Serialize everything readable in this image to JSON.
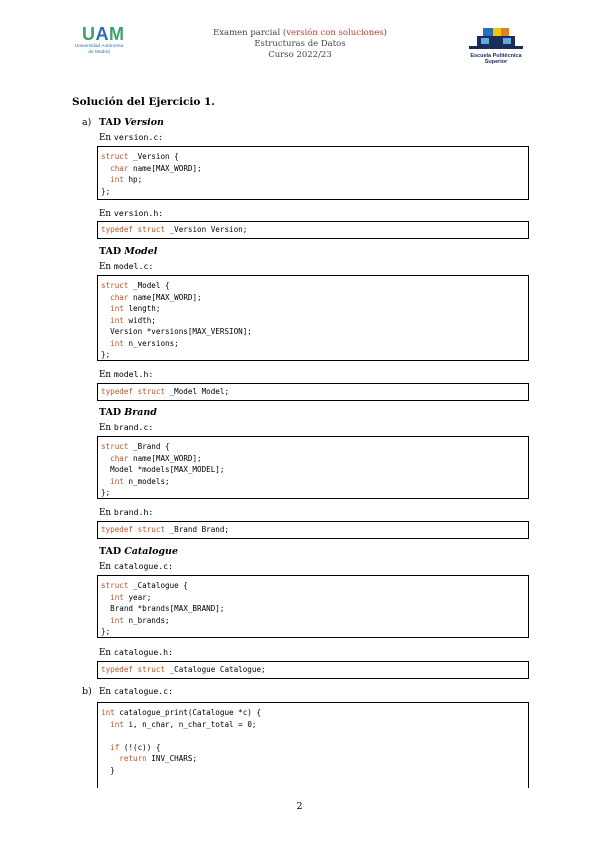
{
  "header": {
    "line1_pre": "Examen parcial (",
    "line1_sol": "versión con soluciones",
    "line1_post": ")",
    "line2": "Estructuras de Datos",
    "line3": "Curso 2022/23",
    "uam_mark_u": "U",
    "uam_mark_a": "A",
    "uam_mark_m": "M",
    "uam_sub1": "Universidad Autónoma",
    "uam_sub2": "de Madrid",
    "eps_caption": "Escuela Politécnica Superior"
  },
  "section_title": "Solución del Ejercicio 1.",
  "part_a": "a)",
  "part_b": "b)",
  "tad_word": "TAD",
  "en": "En",
  "tads": [
    {
      "name": "Version",
      "c_file": "version.c:",
      "h_file": "version.h:"
    },
    {
      "name": "Model",
      "c_file": "model.c:",
      "h_file": "model.h:"
    },
    {
      "name": "Brand",
      "c_file": "brand.c:",
      "h_file": "brand.h:"
    },
    {
      "name": "Catalogue",
      "c_file": "catalogue.c:",
      "h_file": "catalogue.h:"
    }
  ],
  "b_file": "catalogue.c:",
  "code": {
    "version_c": [
      [
        [
          "kw",
          "struct"
        ],
        [
          "t",
          " _Version {"
        ]
      ],
      [
        [
          "t",
          "  "
        ],
        [
          "kw",
          "char"
        ],
        [
          "t",
          " name[MAX_WORD];"
        ]
      ],
      [
        [
          "t",
          "  "
        ],
        [
          "kw",
          "int"
        ],
        [
          "t",
          " hp;"
        ]
      ],
      [
        [
          "t",
          "};"
        ]
      ]
    ],
    "version_h": [
      [
        [
          "kw",
          "typedef struct"
        ],
        [
          "t",
          " _Version Version;"
        ]
      ]
    ],
    "model_c": [
      [
        [
          "kw",
          "struct"
        ],
        [
          "t",
          " _Model {"
        ]
      ],
      [
        [
          "t",
          "  "
        ],
        [
          "kw",
          "char"
        ],
        [
          "t",
          " name[MAX_WORD];"
        ]
      ],
      [
        [
          "t",
          "  "
        ],
        [
          "kw",
          "int"
        ],
        [
          "t",
          " length;"
        ]
      ],
      [
        [
          "t",
          "  "
        ],
        [
          "kw",
          "int"
        ],
        [
          "t",
          " width;"
        ]
      ],
      [
        [
          "t",
          "  Version *versions[MAX_VERSION];"
        ]
      ],
      [
        [
          "t",
          "  "
        ],
        [
          "kw",
          "int"
        ],
        [
          "t",
          " n_versions;"
        ]
      ],
      [
        [
          "t",
          "};"
        ]
      ]
    ],
    "model_h": [
      [
        [
          "kw",
          "typedef struct"
        ],
        [
          "t",
          " _Model Model;"
        ]
      ]
    ],
    "brand_c": [
      [
        [
          "kw",
          "struct"
        ],
        [
          "t",
          " _Brand {"
        ]
      ],
      [
        [
          "t",
          "  "
        ],
        [
          "kw",
          "char"
        ],
        [
          "t",
          " name[MAX_WORD];"
        ]
      ],
      [
        [
          "t",
          "  Model *models[MAX_MODEL];"
        ]
      ],
      [
        [
          "t",
          "  "
        ],
        [
          "kw",
          "int"
        ],
        [
          "t",
          " n_models;"
        ]
      ],
      [
        [
          "t",
          "};"
        ]
      ]
    ],
    "brand_h": [
      [
        [
          "kw",
          "typedef struct"
        ],
        [
          "t",
          " _Brand Brand;"
        ]
      ]
    ],
    "catalogue_c": [
      [
        [
          "kw",
          "struct"
        ],
        [
          "t",
          " _Catalogue {"
        ]
      ],
      [
        [
          "t",
          "  "
        ],
        [
          "kw",
          "int"
        ],
        [
          "t",
          " year;"
        ]
      ],
      [
        [
          "t",
          "  Brand *brands[MAX_BRAND];"
        ]
      ],
      [
        [
          "t",
          "  "
        ],
        [
          "kw",
          "int"
        ],
        [
          "t",
          " n_brands;"
        ]
      ],
      [
        [
          "t",
          "};"
        ]
      ]
    ],
    "catalogue_h": [
      [
        [
          "kw",
          "typedef struct"
        ],
        [
          "t",
          " _Catalogue Catalogue;"
        ]
      ]
    ],
    "catalogue_print": [
      [
        [
          "kw",
          "int"
        ],
        [
          "t",
          " catalogue_print(Catalogue *c) {"
        ]
      ],
      [
        [
          "t",
          "  "
        ],
        [
          "kw",
          "int"
        ],
        [
          "t",
          " i, n_char, n_char_total = 0;"
        ]
      ],
      [
        [
          "t",
          ""
        ]
      ],
      [
        [
          "t",
          "  "
        ],
        [
          "kw",
          "if"
        ],
        [
          "t",
          " (!(c)) {"
        ]
      ],
      [
        [
          "t",
          "    "
        ],
        [
          "kw",
          "return"
        ],
        [
          "t",
          " INV_CHARS;"
        ]
      ],
      [
        [
          "t",
          "  }"
        ]
      ],
      [
        [
          "t",
          ""
        ]
      ]
    ]
  },
  "page_number": "2",
  "colors": {
    "keyword": "#b5542a",
    "solution": "#c0392b",
    "uam_green": "#3aa36b",
    "uam_blue": "#2a6fb6",
    "eps_navy": "#1a2c5a"
  }
}
